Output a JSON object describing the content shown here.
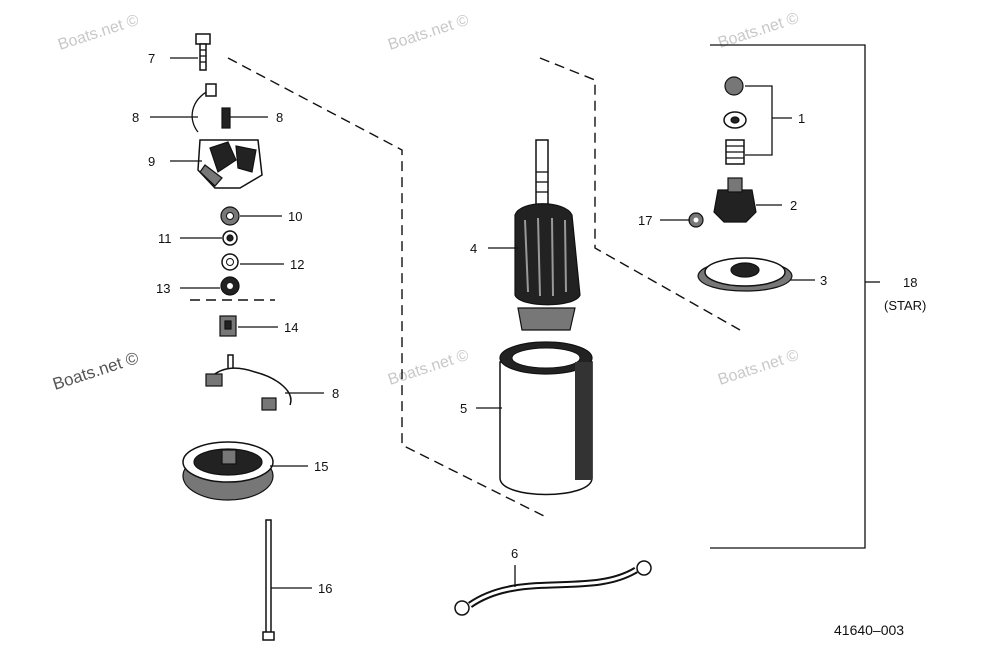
{
  "watermarks": [
    "Boats.net ©",
    "Boats.net ©",
    "Boats.net ©",
    "Boats.net ©",
    "Boats.net ©",
    "Boats.net ©"
  ],
  "callouts": {
    "c1": "1",
    "c2": "2",
    "c3": "3",
    "c4": "4",
    "c5": "5",
    "c6": "6",
    "c7": "7",
    "c8a": "8",
    "c8b": "8",
    "c8c": "8",
    "c9": "9",
    "c10": "10",
    "c11": "11",
    "c12": "12",
    "c13": "13",
    "c14": "14",
    "c15": "15",
    "c16": "16",
    "c17": "17",
    "c18": "18",
    "c18_note": "(STAR)"
  },
  "figure_number": "41640–003",
  "colors": {
    "ink": "#111111",
    "watermark": "#c8c8c8"
  }
}
